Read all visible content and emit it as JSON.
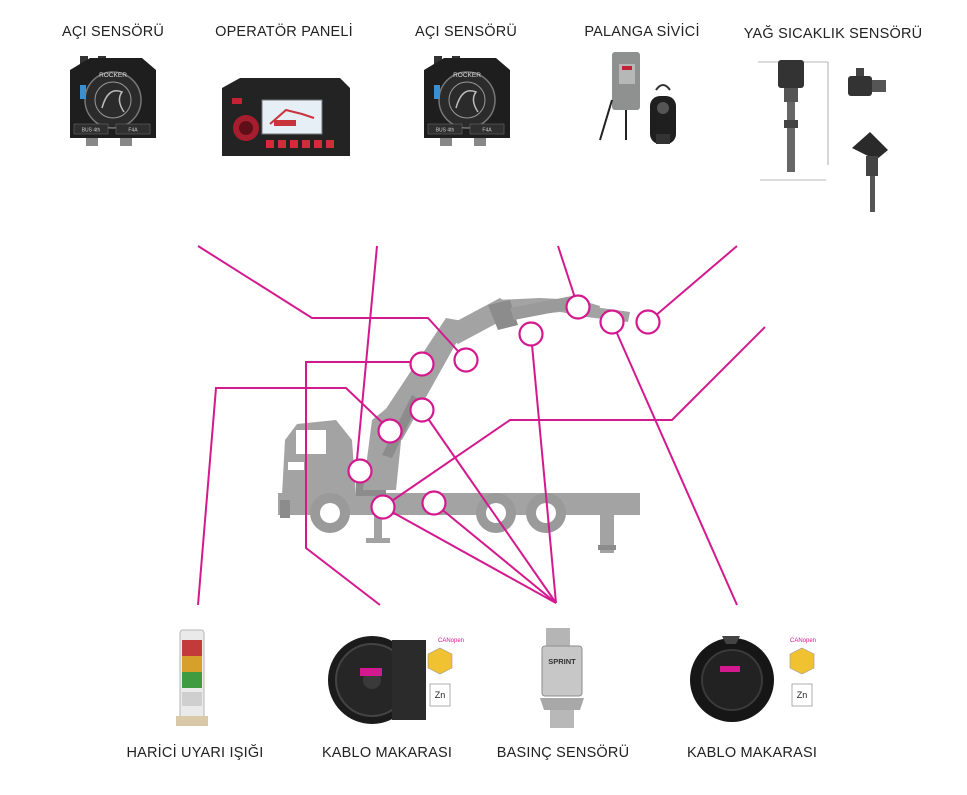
{
  "labels": {
    "aci_sensoru_1": "AÇI SENSÖRÜ",
    "operator_paneli": "OPERATÖR PANELİ",
    "aci_sensoru_2": "AÇI SENSÖRÜ",
    "palanga_sivici": "PALANGA SİVİCİ",
    "yag_sicaklik_sensoru": "YAĞ SICAKLIK SENSÖRÜ",
    "harici_uyari_isigi": "HARİCİ UYARI IŞIĞI",
    "kablo_makarasi_1": "KABLO MAKARASI",
    "basinc_sensoru": "BASINÇ SENSÖRÜ",
    "kablo_makarasi_2": "KABLO MAKARASI"
  },
  "product_text": {
    "sensor_brand": "ROCKER",
    "sensor_model": "BUS 4th",
    "sensor_code": "F4A",
    "pressure_brand": "SPRINT",
    "canopen": "CANopen",
    "zn": "Zn"
  },
  "colors": {
    "connector_line": "#d4198f",
    "truck": "#a3a3a3",
    "truck_dark": "#8c8c8c",
    "device_dark": "#1e1e1e"
  }
}
